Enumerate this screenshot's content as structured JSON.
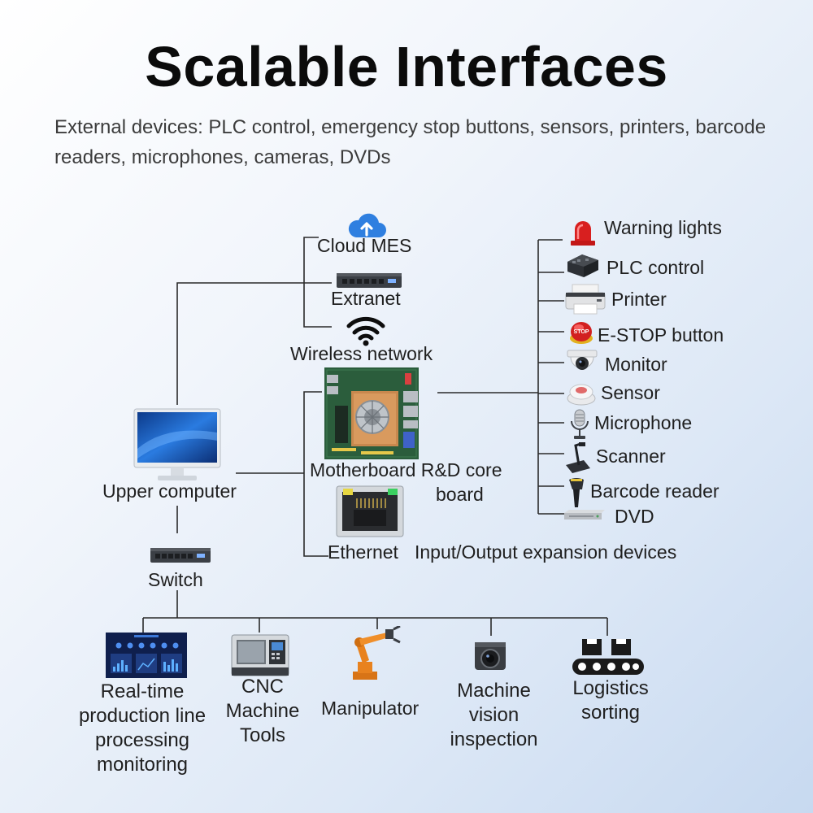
{
  "title": "Scalable Interfaces",
  "subtitle": "External devices: PLC control, emergency stop buttons, sensors, printers, barcode readers, microphones, cameras, DVDs",
  "network": {
    "cloud": "Cloud MES",
    "extranet": "Extranet",
    "wireless": "Wireless network"
  },
  "upper_computer": "Upper computer",
  "motherboard": "Motherboard R&D core board",
  "ethernet": "Ethernet",
  "io_expansion": "Input/Output expansion devices",
  "switch": "Switch",
  "peripherals": [
    "Warning lights",
    "PLC control",
    "Printer",
    "E-STOP button",
    "Monitor",
    "Sensor",
    "Microphone",
    "Scanner",
    "Barcode reader",
    "DVD"
  ],
  "estop_badge": "STOP",
  "bottom_devices": [
    "Real-time production line processing monitoring",
    "CNC Machine Tools",
    "Manipulator",
    "Machine vision inspection",
    "Logistics sorting"
  ],
  "colors": {
    "background_start": "#ffffff",
    "background_end": "#c7d9f0",
    "line": "#2a2a2a",
    "accent_orange": "#e8821e",
    "warning_red": "#d81f1f",
    "cloud_blue": "#2f7fe0"
  }
}
